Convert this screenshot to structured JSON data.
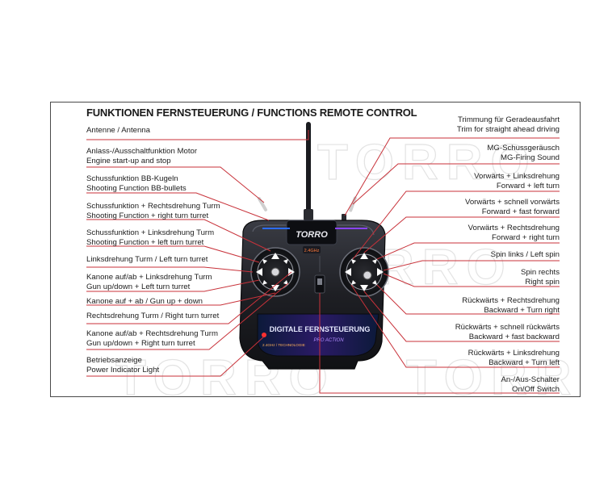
{
  "title": "FUNKTIONEN FERNSTEUERUNG / FUNCTIONS REMOTE CONTROL",
  "remote": {
    "brand": "TORRO",
    "band": "2.4GHz",
    "panel_text": "DIGITALE FERNSTEUERUNG",
    "panel_sub": "PRO ACTION",
    "corner_text": "2.4GHz / TECHNOLOGIE"
  },
  "watermark": "TORRO",
  "colors": {
    "leader": "#c8323a",
    "body": "#1e1f24",
    "accent_blue": "#2d6cff",
    "accent_purple": "#8a44ff"
  },
  "left_labels": [
    {
      "lines": [
        "Antenne / Antenna"
      ]
    },
    {
      "lines": [
        "Anlass-/Ausschaltfunktion Motor",
        "Engine start-up and stop"
      ]
    },
    {
      "lines": [
        "Schussfunktion BB-Kugeln",
        "Shooting Function BB-bullets"
      ]
    },
    {
      "lines": [
        "Schussfunktion + Rechtsdrehung Turm",
        "Shooting Function + right turn turret"
      ]
    },
    {
      "lines": [
        "Schussfunktion + Linksdrehung Turm",
        "Shooting Function + left turn turret"
      ]
    },
    {
      "lines": [
        "Linksdrehung Turm / Left turn turret"
      ]
    },
    {
      "lines": [
        "Kanone auf/ab + Linksdrehung Turm",
        "Gun up/down + Left turn turret"
      ]
    },
    {
      "lines": [
        "Kanone auf + ab / Gun up + down"
      ]
    },
    {
      "lines": [
        "Rechtsdrehung Turm / Right turn turret"
      ]
    },
    {
      "lines": [
        "Kanone auf/ab + Rechtsdrehung Turm",
        "Gun up/down + Right turn turret"
      ]
    },
    {
      "lines": [
        "Betriebsanzeige",
        "Power Indicator Light"
      ]
    }
  ],
  "right_labels": [
    {
      "lines": [
        "Trimmung für Geradeausfahrt",
        "Trim for straight ahead driving"
      ]
    },
    {
      "lines": [
        "MG-Schussgeräusch",
        "MG-Firing Sound"
      ]
    },
    {
      "lines": [
        "Vorwärts + Linksdrehung",
        "Forward + left turn"
      ]
    },
    {
      "lines": [
        "Vorwärts + schnell vorwärts",
        "Forward + fast forward"
      ]
    },
    {
      "lines": [
        "Vorwärts + Rechtsdrehung",
        "Forward + right turn"
      ]
    },
    {
      "lines": [
        "Spin links / Left spin"
      ]
    },
    {
      "lines": [
        "Spin rechts",
        "Right spin"
      ]
    },
    {
      "lines": [
        "Rückwärts + Rechtsdrehung",
        "Backward + Turn right"
      ]
    },
    {
      "lines": [
        "Rückwärts + schnell rückwärts",
        "Backward + fast backward"
      ]
    },
    {
      "lines": [
        "Rückwärts + Linksdrehung",
        "Backward + Turn left"
      ]
    },
    {
      "lines": [
        "An-/Aus-Schalter",
        "On/Off Switch"
      ]
    }
  ]
}
